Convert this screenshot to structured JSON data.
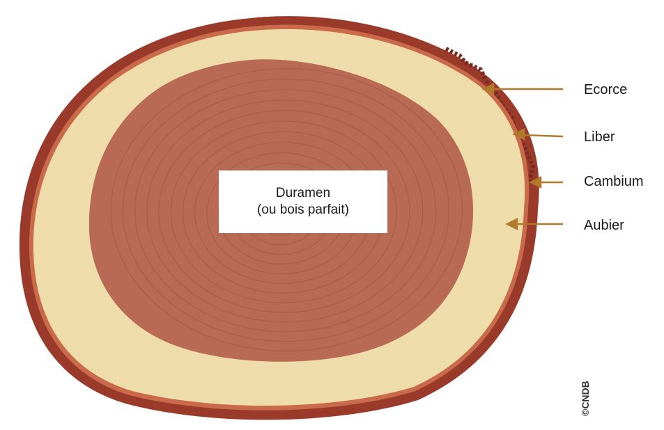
{
  "labels": {
    "ecorce": "Ecorce",
    "liber": "Liber",
    "cambium": "Cambium",
    "aubier": "Aubier"
  },
  "center": {
    "line1": "Duramen",
    "line2": "(ou bois parfait)"
  },
  "copyright": "©CNDB",
  "colors": {
    "bark": "#9a3a2a",
    "sapwood": "#eedcab",
    "heartwood": "#b86a55",
    "ring": "#a4543f",
    "arrow": "#b07a2a"
  }
}
